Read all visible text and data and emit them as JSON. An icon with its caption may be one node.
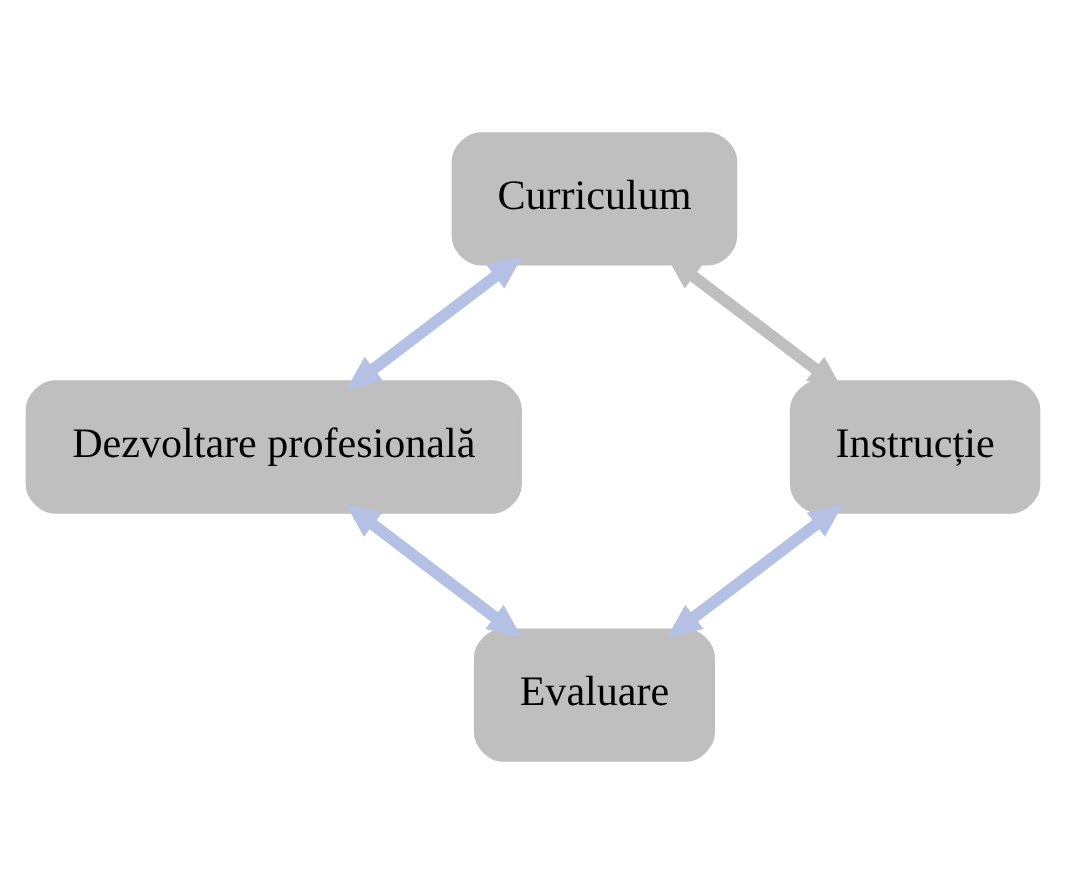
{
  "diagram": {
    "nodes": [
      {
        "text": [
          "Curriculum"
        ]
      },
      {
        "text": [
          "Dezvoltare profesională"
        ]
      },
      {
        "text": [
          "Instrucție"
        ]
      },
      {
        "text": [
          "Evaluare"
        ]
      }
    ],
    "edges": [
      {
        "from": 0,
        "to": 1,
        "arrow": "both"
      },
      {
        "from": 0,
        "to": 2,
        "arrow": "both",
        "color": "#bfbfbf"
      },
      {
        "from": 1,
        "to": 3,
        "arrow": "both"
      },
      {
        "from": 2,
        "to": 3,
        "arrow": "both"
      }
    ]
  }
}
